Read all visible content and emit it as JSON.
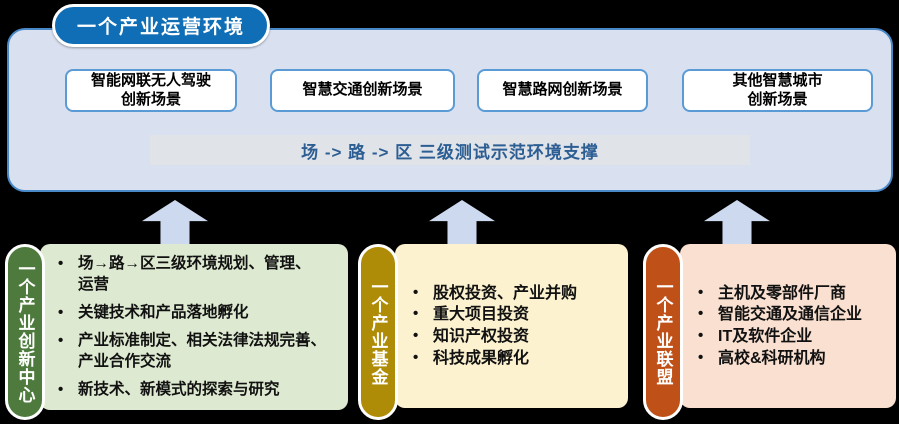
{
  "header": {
    "title": "一个产业运营环境"
  },
  "scenarios": [
    {
      "label": "智能网联无人驾驶\n创新场景"
    },
    {
      "label": "智慧交通创新场景"
    },
    {
      "label": "智慧路网创新场景"
    },
    {
      "label": "其他智慧城市\n创新场景"
    }
  ],
  "support_bar": {
    "label": "场 -> 路 -> 区 三级测试示范环境支撑"
  },
  "sections": [
    {
      "title": "一个产业创新中心",
      "items": [
        "场→路→区三级环境规划、管理、\n运营",
        "关键技术和产品落地孵化",
        "产业标准制定、相关法律法规完善、\n产业合作交流",
        "新技术、新模式的探索与研究"
      ]
    },
    {
      "title": "一个产业基金",
      "items": [
        "股权投资、产业并购",
        "重大项目投资",
        "知识产权投资",
        "科技成果孵化"
      ]
    },
    {
      "title": "一个产业联盟",
      "items": [
        "主机及零部件厂商",
        "智能交通及通信企业",
        "IT及软件企业",
        "高校&科研机构"
      ]
    }
  ],
  "colors": {
    "header_blue": "#0f6eb5",
    "scenario_border_blue": "#5b9bd5",
    "panel_lavender": "#d9e0f0",
    "panel_border_blue": "#4a89c8",
    "support_bar_gray": "#e0e3e8",
    "support_bar_text": "#2c5e94",
    "arrow_blue": "#cdd9ee",
    "innovation_green_dark": "#4e7b3d",
    "innovation_green_light": "#dde9d0",
    "fund_gold_dark": "#ae8c07",
    "fund_gold_light": "#fcf2d0",
    "alliance_orange_dark": "#bf5017",
    "alliance_orange_light": "#f9e0d1",
    "background": "#000000"
  }
}
